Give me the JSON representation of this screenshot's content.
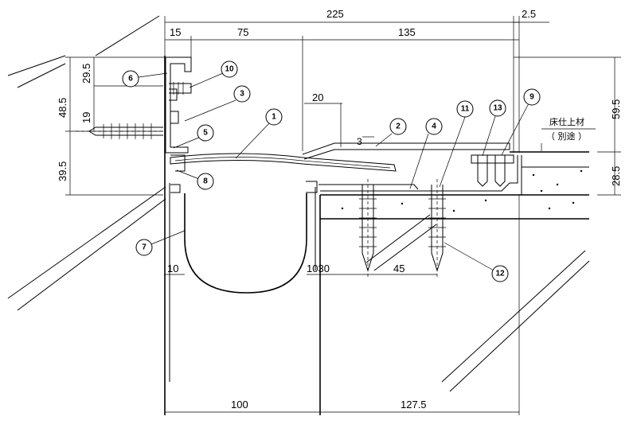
{
  "dimensions": {
    "top_total": "225",
    "top_right": "2.5",
    "top_seg1": "15",
    "top_seg2": "75",
    "top_seg3": "135",
    "left_29_5": "29.5",
    "left_48_5": "48.5",
    "left_19": "19",
    "left_39_5": "39.5",
    "inner_20": "20",
    "inner_3": "3",
    "inner_10": "10",
    "inner_10_30": "1030",
    "inner_45": "45",
    "right_59_5": "59.5",
    "right_28_5": "28.5",
    "bottom_100": "100",
    "bottom_127_5": "127.5"
  },
  "callouts": [
    "1",
    "2",
    "3",
    "4",
    "5",
    "6",
    "7",
    "8",
    "9",
    "10",
    "11",
    "12",
    "13"
  ],
  "notes": {
    "floor_finish": "床仕上材",
    "separately": "（ 別途 ）"
  }
}
